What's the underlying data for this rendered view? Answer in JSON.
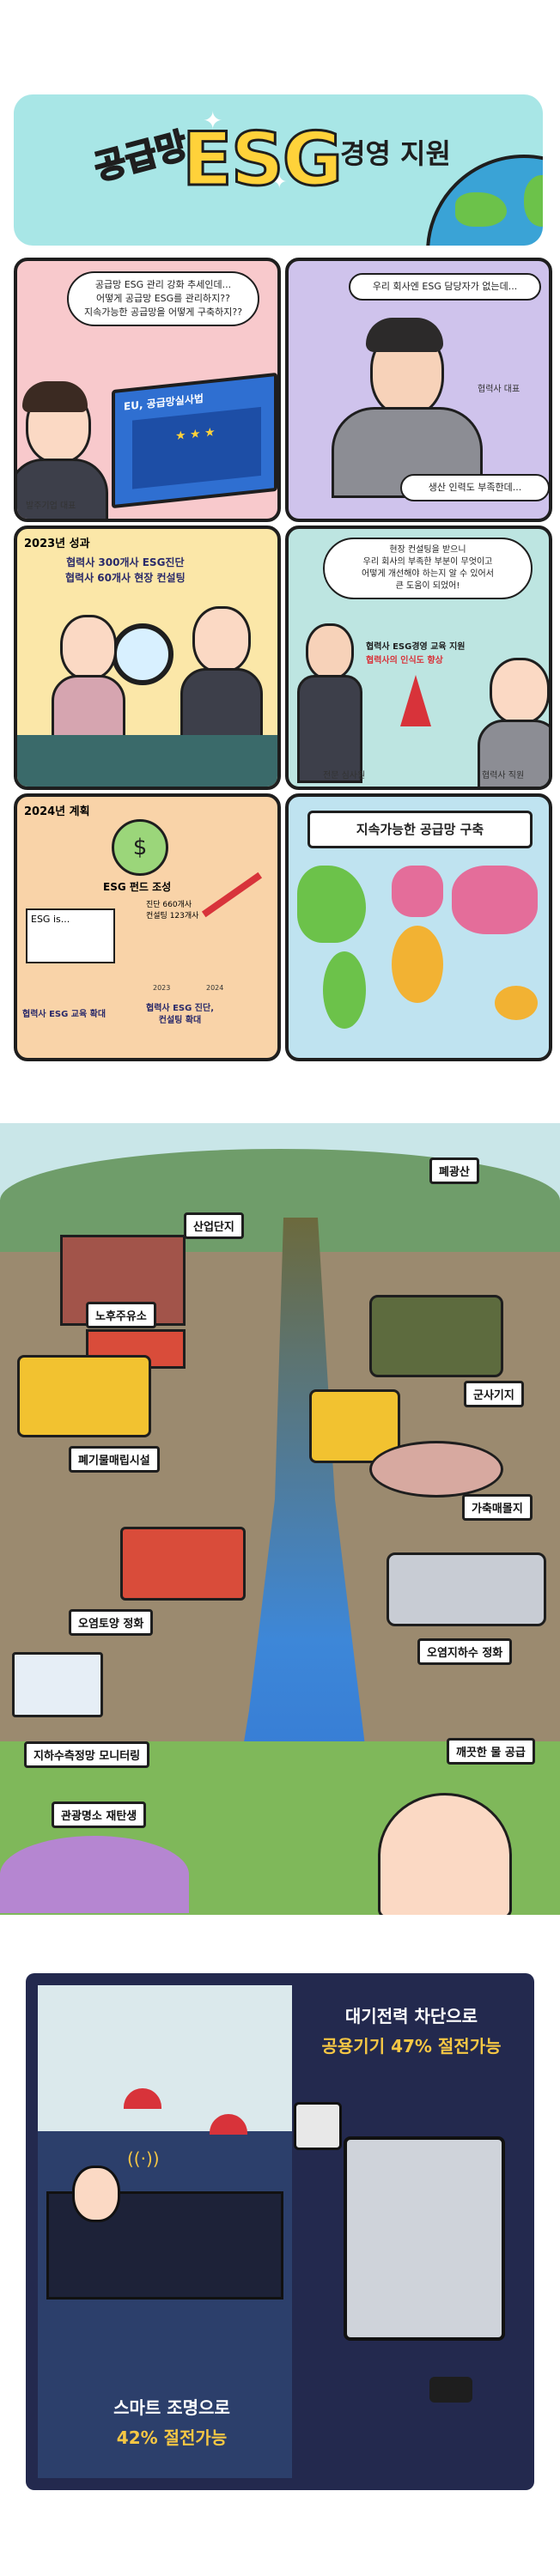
{
  "title": {
    "part1": "공급망",
    "part2": "ESG",
    "part3": "경영 지원"
  },
  "panel1": {
    "bubble": [
      "공급망 ESG 관리 강화 추세인데...",
      "어떻게 공급망 ESG를 관리하지??",
      "지속가능한 공급망을 어떻게 구축하지??"
    ],
    "monitor": "EU, 공급망실사법",
    "caption": "발주기업 대표"
  },
  "panel2": {
    "bubble_top": "우리 회사엔 ESG 담당자가 없는데...",
    "name": "협력사 대표",
    "bubble_bottom": "생산 인력도 부족한데..."
  },
  "panel3": {
    "header": "2023년 성과",
    "text": [
      "협력사 300개사 ESG진단",
      "협력사 60개사 현장 컨설팅"
    ]
  },
  "panel4": {
    "bubble": [
      "현장 컨설팅을 받으니",
      "우리 회사의 부족한 부분이 무엇이고",
      "어떻게 개선해야 하는지 알 수 있어서",
      "큰 도움이 되었어!"
    ],
    "board": [
      "협력사 ESG경영 교육 지원",
      "협력사의 인식도 향상"
    ],
    "name_left": "전문 심사원",
    "name_right": "협력사 직원"
  },
  "panel5": {
    "header": "2024년 계획",
    "fund": "ESG 펀드 조성",
    "esg_is": "ESG is...",
    "edu": "협력사 ESG 교육 확대",
    "stats": [
      "진단 660개사",
      "컨설팅 123개사"
    ],
    "years": [
      "2023",
      "2024"
    ],
    "expand": [
      "협력사 ESG 진단,",
      "컨설팅 확대"
    ]
  },
  "panel6": {
    "banner": "지속가능한 공급망 구축"
  },
  "env": {
    "labels": {
      "mine": "폐광산",
      "industrial": "산업단지",
      "gas": "노후주유소",
      "military": "군사기지",
      "landfill": "폐기물매립시설",
      "livestock": "가축매몰지",
      "soil": "오염토양 정화",
      "groundwater": "오염지하수 정화",
      "monitor": "지하수측정망 모니터링",
      "clean_water": "깨끗한 물 공급",
      "tourism": "관광명소 재탄생"
    }
  },
  "energy": {
    "top": [
      "대기전력 차단으로",
      "공용기기 47% 절전가능"
    ],
    "bottom": [
      "스마트 조명으로",
      "42% 절전가능"
    ],
    "highlight_color": "#f6c744"
  },
  "colors": {
    "title_bg": "#a8e6e6",
    "panel_pink": "#f8c9cc",
    "panel_purple": "#cfc3ec",
    "panel_yellow": "#fbe7a8",
    "panel_teal": "#bde5e1",
    "panel_peach": "#f9d3a8",
    "panel_blue": "#bfe3f0",
    "navy": "#23294e"
  }
}
